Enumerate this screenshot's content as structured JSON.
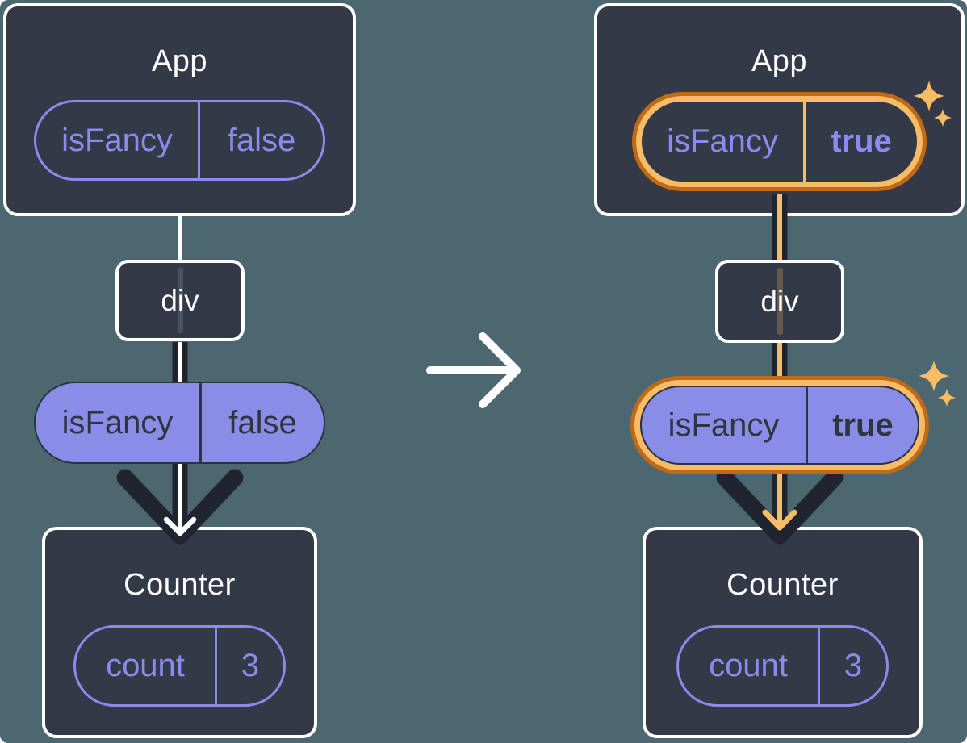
{
  "trees": [
    {
      "side": "before",
      "app": {
        "title": "App",
        "state": {
          "name": "isFancy",
          "value": "false"
        },
        "highlighted": false
      },
      "div": {
        "label": "div"
      },
      "prop": {
        "name": "isFancy",
        "value": "false",
        "highlighted": false
      },
      "counter": {
        "title": "Counter",
        "state": {
          "name": "count",
          "value": "3"
        }
      }
    },
    {
      "side": "after",
      "app": {
        "title": "App",
        "state": {
          "name": "isFancy",
          "value": "true"
        },
        "highlighted": true
      },
      "div": {
        "label": "div"
      },
      "prop": {
        "name": "isFancy",
        "value": "true",
        "highlighted": true
      },
      "counter": {
        "title": "Counter",
        "state": {
          "name": "count",
          "value": "3"
        }
      }
    }
  ],
  "icons": {
    "transition": "arrow-right-icon",
    "sparkle": "sparkle-icon",
    "flow_arrowhead": "arrow-down-chevron-icon"
  },
  "colors": {
    "background": "#4d6771",
    "card_background": "#333947",
    "card_border": "#ffffff",
    "purple": "#8b8bee",
    "purple_fill": "#8a8de8",
    "dark_line": "#20242e",
    "dark_text": "#2f343e",
    "orange_light": "#f8bc67",
    "orange_dark": "#c06a15",
    "white": "#ffffff"
  }
}
